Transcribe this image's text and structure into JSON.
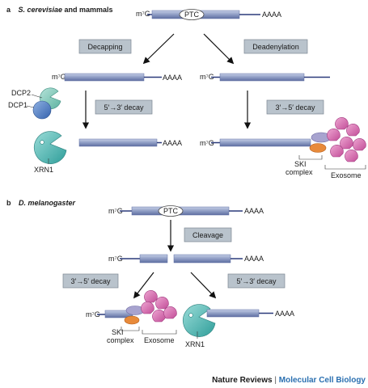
{
  "panel_a": {
    "letter": "a",
    "title": "S. cerevisiae",
    "title_rest": " and mammals",
    "cap": "m⁷G",
    "ptc": "PTC",
    "polyA": "AAAA",
    "decapping": "Decapping",
    "deadenylation": "Deadenylation",
    "decay_53": "5′→3′ decay",
    "decay_35": "3′→5′ decay",
    "dcp2": "DCP2",
    "dcp1": "DCP1",
    "xrn1": "XRN1",
    "ski": "SKI",
    "complex": "complex",
    "exosome": "Exosome"
  },
  "panel_b": {
    "letter": "b",
    "title": "D. melanogaster",
    "cap": "m⁷G",
    "ptc": "PTC",
    "polyA": "AAAA",
    "cleavage": "Cleavage",
    "decay_35": "3′→5′ decay",
    "decay_53": "5′→3′ decay",
    "ski": "SKI",
    "complex": "complex",
    "exosome": "Exosome",
    "xrn1": "XRN1"
  },
  "footer": {
    "journal": "Nature Reviews",
    "separator": " | ",
    "subjournal": "Molecular Cell Biology"
  },
  "colors": {
    "mrna_fill": "#8f9dc4",
    "mrna_line": "#2a3a7a",
    "label_box": "#b9c3cc",
    "xrn1": "#4fb8b5",
    "dcp2": "#76c7b7",
    "dcp1": "#4f7ec4",
    "exosome": "#d86fb1",
    "ski_top": "#a7a3cf",
    "ski_orange": "#e88a3a",
    "footer_blue": "#2a6fb0"
  }
}
